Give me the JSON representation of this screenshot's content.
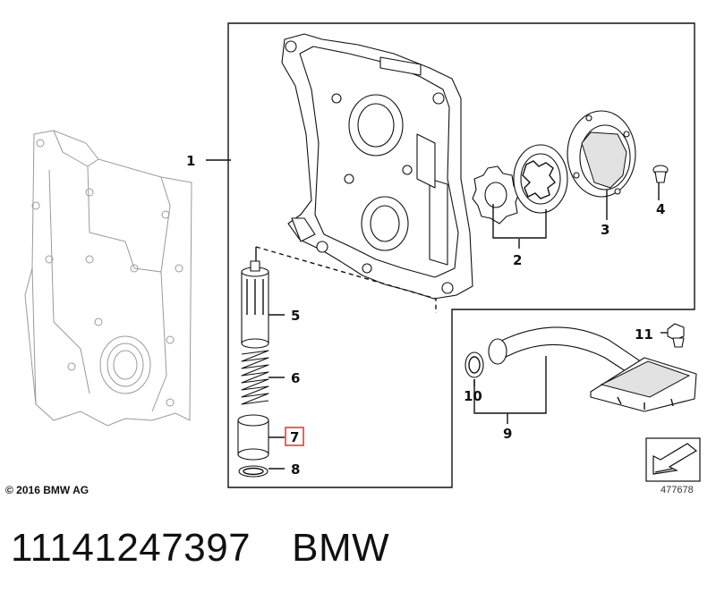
{
  "diagram": {
    "callouts": [
      {
        "id": "1",
        "label": "1"
      },
      {
        "id": "2",
        "label": "2"
      },
      {
        "id": "3",
        "label": "3"
      },
      {
        "id": "4",
        "label": "4"
      },
      {
        "id": "5",
        "label": "5"
      },
      {
        "id": "6",
        "label": "6"
      },
      {
        "id": "7",
        "label": "7",
        "highlighted": true
      },
      {
        "id": "8",
        "label": "8"
      },
      {
        "id": "9",
        "label": "9"
      },
      {
        "id": "10",
        "label": "10"
      },
      {
        "id": "11",
        "label": "11"
      }
    ],
    "highlight_color": "#e0413a"
  },
  "footer": {
    "copyright": "© 2016 BMW AG",
    "diagram_number": "477678"
  },
  "caption": {
    "part_number": "11141247397",
    "brand": "BMW"
  }
}
